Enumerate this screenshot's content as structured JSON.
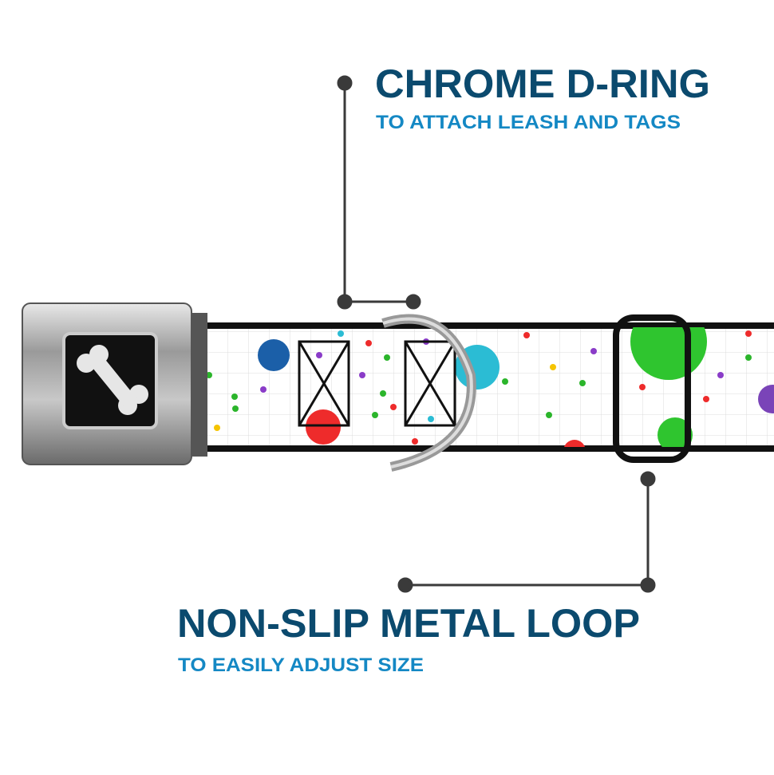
{
  "callouts": [
    {
      "title": "CHROME D-RING",
      "subtitle": "TO ATTACH LEASH AND TAGS"
    },
    {
      "title": "NON-SLIP METAL LOOP",
      "subtitle": "TO EASILY ADJUST SIZE"
    }
  ],
  "colors": {
    "title": "#0b4a6e",
    "subtitle": "#1488c4",
    "leader": "#3a3a3a"
  },
  "product": {
    "buckle_icon": "bone-icon",
    "pattern": "polka-dots"
  }
}
